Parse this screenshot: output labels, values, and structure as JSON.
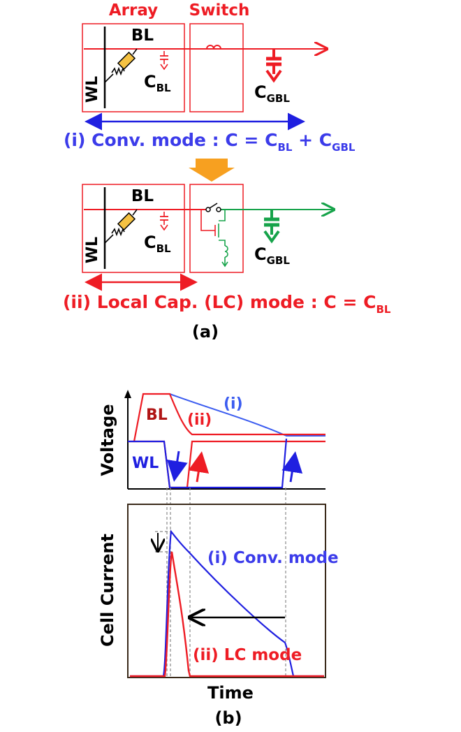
{
  "panel_a": {
    "header_array": "Array",
    "header_switch": "Switch",
    "bl": "BL",
    "wl": "WL",
    "c": "C",
    "sub_bl": "BL",
    "sub_gbl": "GBL",
    "mode_i": {
      "prefix": "(i) Conv. mode : C = C",
      "mid": " + C"
    },
    "mode_ii": {
      "prefix": "(ii) Local Cap. (LC) mode : C = C"
    },
    "caption": "(a)"
  },
  "panel_b": {
    "voltage_axis": "Voltage",
    "bl_label": "BL",
    "wl_label": "WL",
    "curve_i": "(i)",
    "curve_ii": "(ii)",
    "current_axis": "Cell Current",
    "conv_label": "(i) Conv. mode",
    "lc_label": "(ii) LC mode",
    "time_axis": "Time",
    "caption": "(b)"
  },
  "colors": {
    "red": "#ee1c24",
    "dark_red": "#b01515",
    "blue": "#1f1fe0",
    "blue_label": "#3b3bea",
    "green": "#16a34a",
    "orange": "#f7a020",
    "yellow": "#f5c242",
    "black": "#000000"
  },
  "icons": [
    "arrow-down-icon",
    "arrow-up-icon",
    "switch-icon",
    "resistor-icon",
    "capacitor-icon"
  ]
}
